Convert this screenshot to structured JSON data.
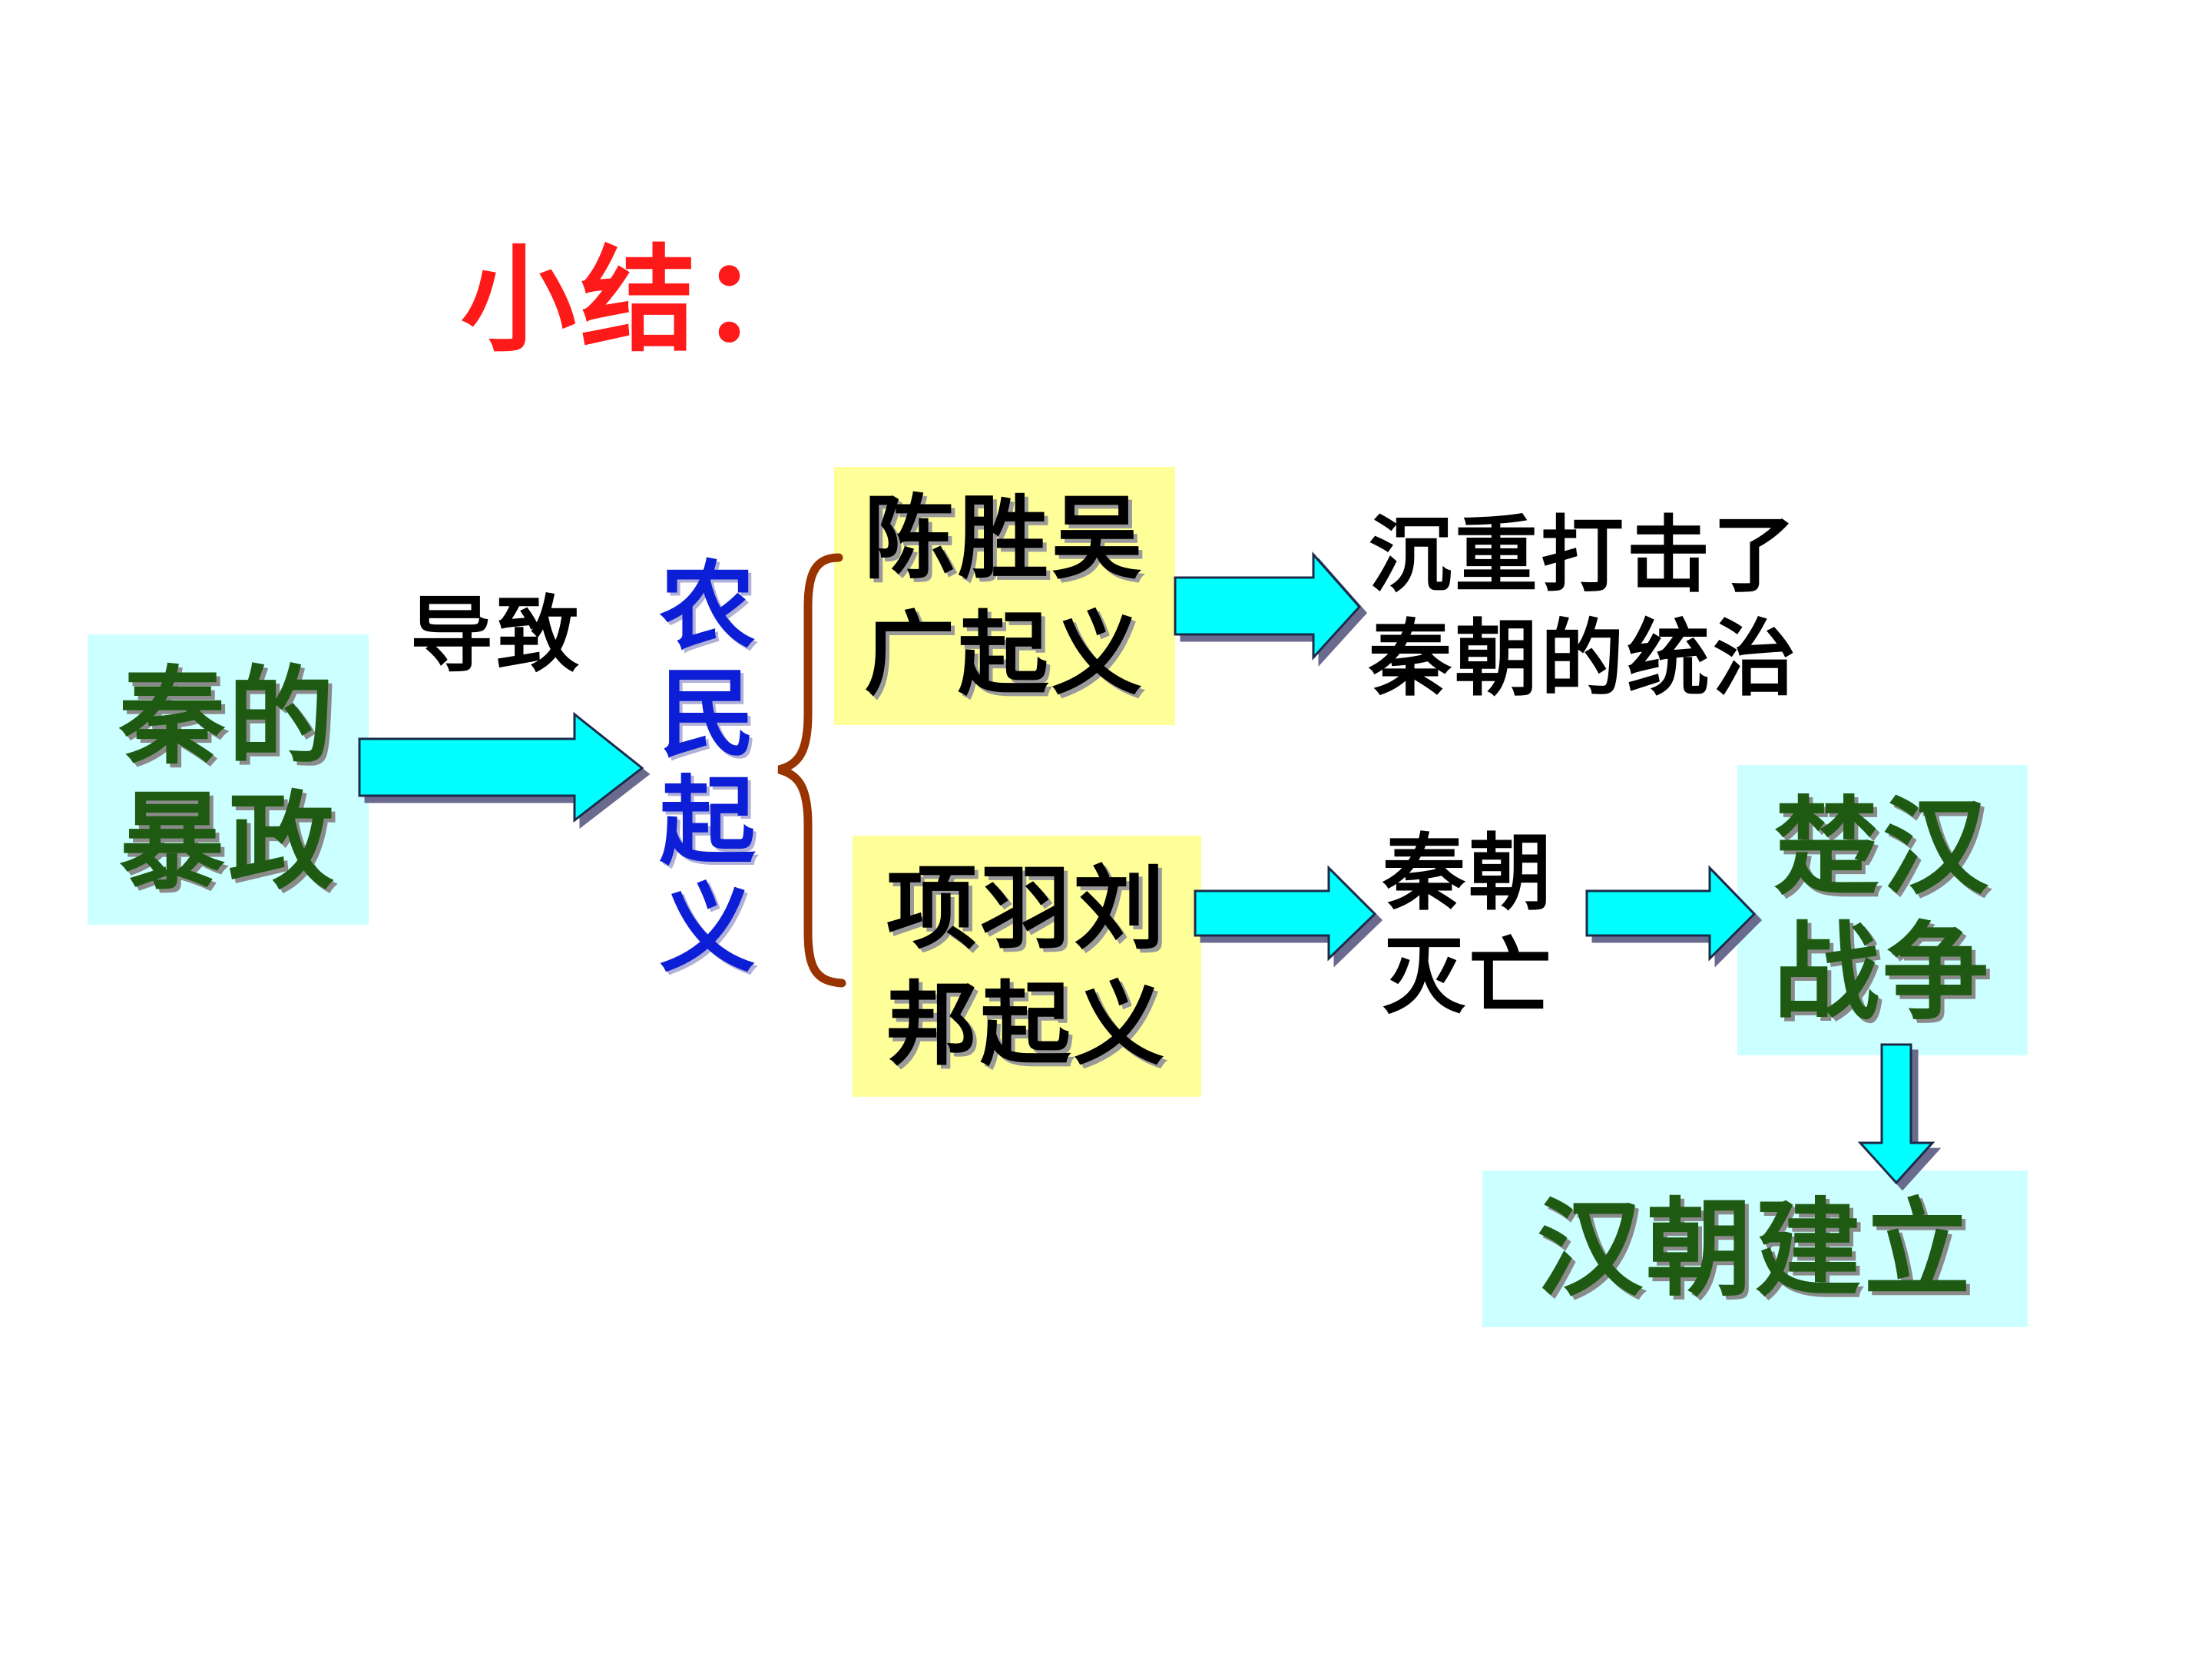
{
  "title": "小结：",
  "cause": {
    "lines": [
      "秦的",
      "暴政"
    ]
  },
  "arrow_label": "导致",
  "uprising": {
    "chars": [
      "农",
      "民",
      "起",
      "义"
    ]
  },
  "branch_top": {
    "lines": [
      "陈胜吴",
      "广起义"
    ],
    "result_lines": [
      "沉重打击了",
      "秦朝的统治"
    ]
  },
  "branch_bottom": {
    "lines": [
      "项羽刘",
      "邦起义"
    ],
    "result_lines": [
      "秦朝",
      "灭亡"
    ]
  },
  "war": {
    "lines": [
      "楚汉",
      "战争"
    ]
  },
  "final": {
    "text": "汉朝建立"
  },
  "colors": {
    "title": "#ff1a1a",
    "box_cyan": "#ccffff",
    "box_yellow": "#ffff99",
    "arrow_fill": "#00ffff",
    "uprising_text": "#0d1fd6",
    "brace": "#993300"
  }
}
